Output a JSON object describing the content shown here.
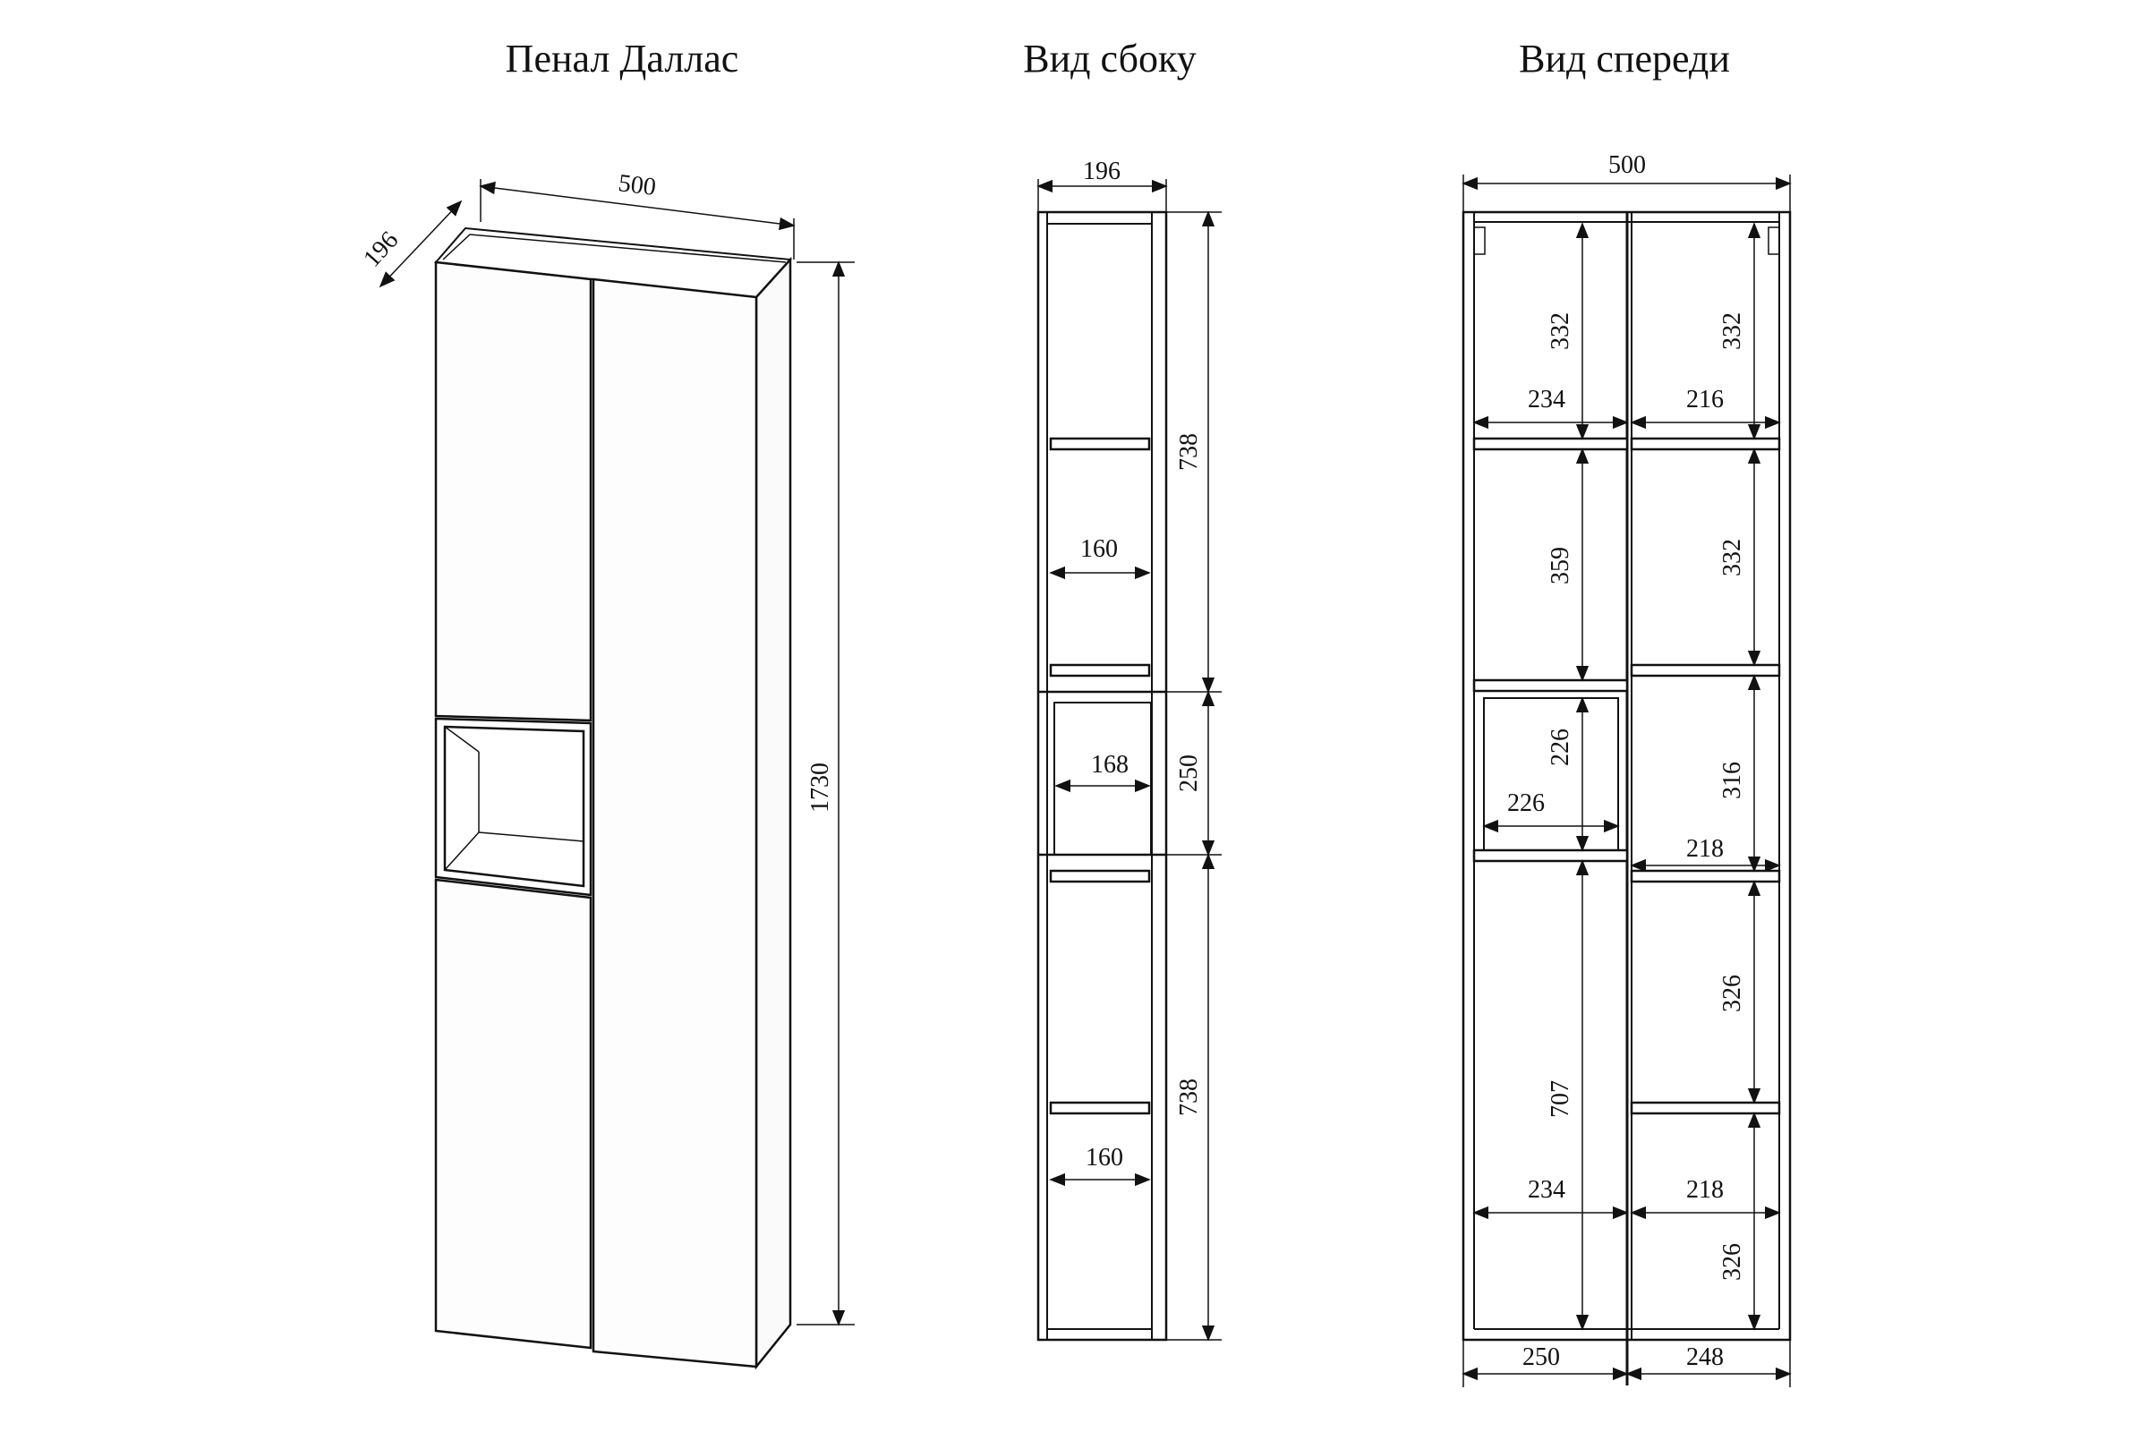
{
  "titles": {
    "iso": "Пенал Даллас",
    "side": "Вид сбоку",
    "front": "Вид спереди"
  },
  "iso_dims": {
    "width": "500",
    "depth": "196",
    "height": "1730"
  },
  "side_dims": {
    "depth": "196",
    "upper_height": "738",
    "middle_height": "250",
    "lower_height": "738",
    "upper_shelf_depth": "160",
    "niche_depth": "168",
    "lower_shelf_depth": "160"
  },
  "front_dims": {
    "total_width": "500",
    "left_top_height": "332",
    "left_top_width": "234",
    "right_top_height": "332",
    "right_top_width": "216",
    "left_mid_height": "359",
    "right_mid_height": "332",
    "niche_height": "226",
    "niche_width": "226",
    "right_third_height": "316",
    "right_third_width": "218",
    "left_bottom_height": "707",
    "right_fourth_height": "326",
    "left_bottom_width": "234",
    "right_fifth_width": "218",
    "right_fifth_height": "326",
    "bottom_left_width": "250",
    "bottom_right_width": "248"
  }
}
